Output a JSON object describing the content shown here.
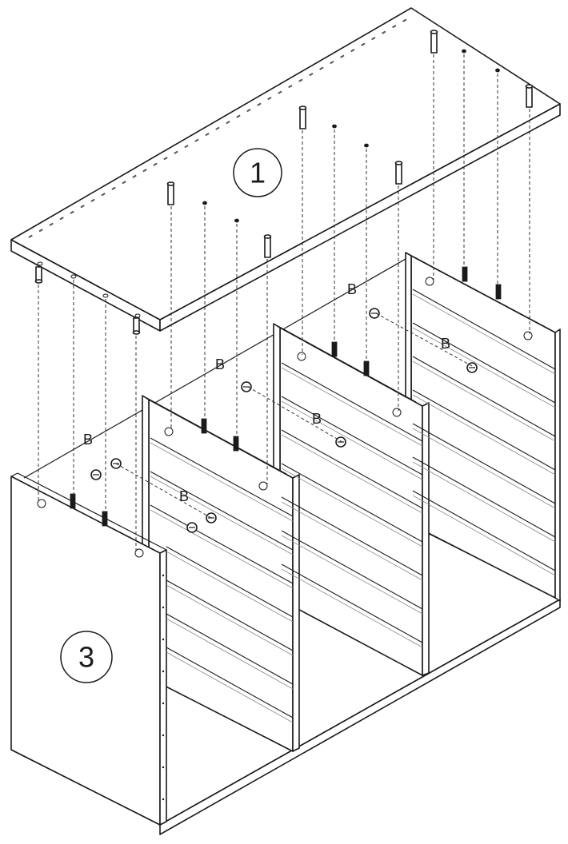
{
  "parts": {
    "top_panel_number": "1",
    "carcass_number": "3",
    "cam_lock_label": "B"
  },
  "colors": {
    "line": "#1a1a1a",
    "background": "#ffffff"
  }
}
